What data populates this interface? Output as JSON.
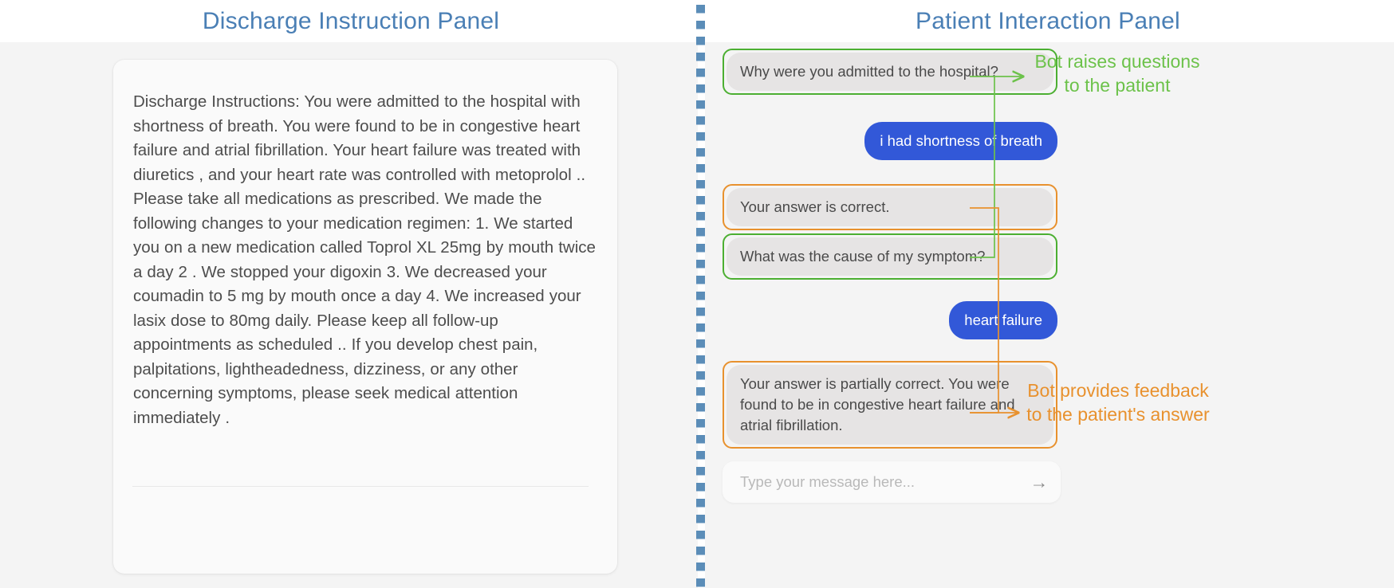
{
  "panels": {
    "left_title": "Discharge Instruction Panel",
    "right_title": "Patient Interaction Panel"
  },
  "document": {
    "body": "Discharge Instructions:  You were admitted to the hospital with shortness of breath. You were found to be in congestive heart failure and atrial fibrillation. Your heart failure was treated with diuretics , and your heart rate was controlled with metoprolol .. Please take all medications as prescribed. We made the following changes to your medication regimen: 1. We started you on a new medication called Toprol XL 25mg by mouth twice a day 2 . We stopped your digoxin 3. We decreased your coumadin to 5 mg by mouth once a day 4. We increased your lasix dose to 80mg daily. Please keep all follow-up appointments as scheduled .. If you develop chest pain, palpitations, lightheadedness, dizziness, or any other concerning symptoms, please seek medical attention immediately ."
  },
  "chat": {
    "messages": [
      {
        "id": "m1",
        "sender": "bot",
        "text": "Why were you admitted to the hospital?",
        "highlight": "green"
      },
      {
        "id": "m2",
        "sender": "patient",
        "text": "i had shortness of breath",
        "highlight": "none"
      },
      {
        "id": "m3",
        "sender": "bot",
        "text": "Your answer is correct.",
        "highlight": "orange"
      },
      {
        "id": "m4",
        "sender": "bot",
        "text": "What was the cause of my symptom?",
        "highlight": "green"
      },
      {
        "id": "m5",
        "sender": "patient",
        "text": "heart failure",
        "highlight": "none"
      },
      {
        "id": "m6",
        "sender": "bot",
        "text": "Your answer is partially correct. You were found to be in congestive heart failure and atrial fibrillation.",
        "highlight": "orange"
      }
    ],
    "input": {
      "value": "",
      "placeholder": "Type your message here...",
      "send_icon": "arrow-right-icon"
    }
  },
  "annotations": [
    {
      "id": "a-green",
      "line1": "Bot raises questions",
      "line2": "to the patient",
      "color": "#6cc24a"
    },
    {
      "id": "a-orange",
      "line1": "Bot provides feedback",
      "line2": "to the patient's answer",
      "color": "#e8912e"
    }
  ],
  "colors": {
    "title": "#4a7fb5",
    "divider_dot": "#5b8db8",
    "bot_bubble": "#e6e4e4",
    "user_bubble": "#3258d8",
    "highlight_green": "#4caf32",
    "highlight_orange": "#e8912e",
    "panel_bg": "#f4f4f4"
  }
}
